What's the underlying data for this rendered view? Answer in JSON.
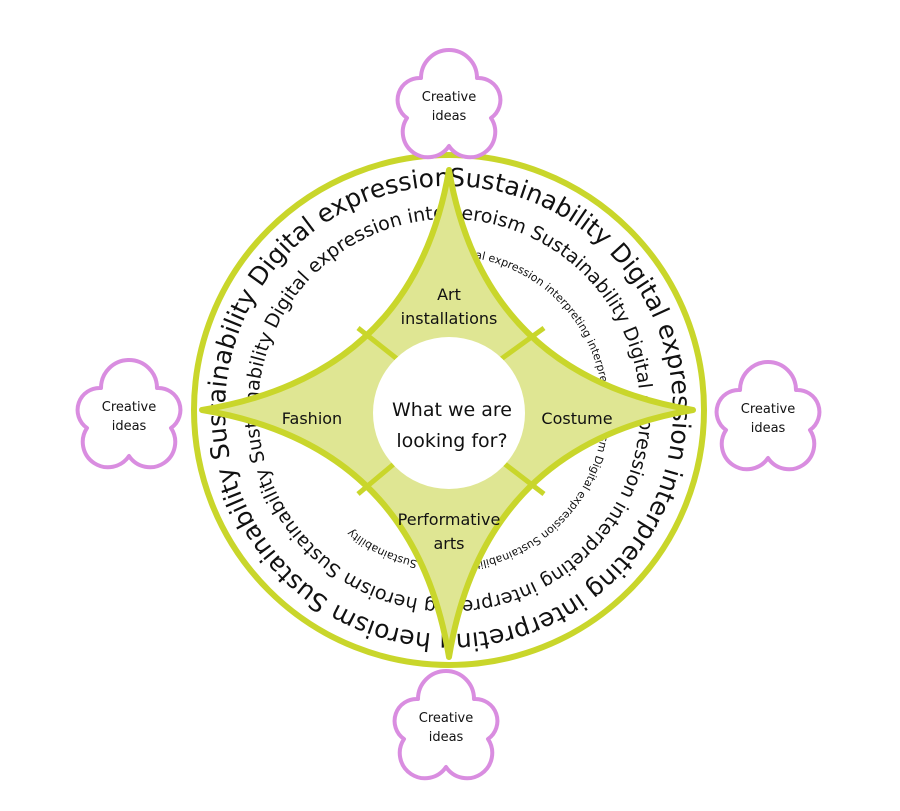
{
  "center": {
    "line1": "What we are",
    "line2": "looking for?"
  },
  "sectors": {
    "top": {
      "line1": "Art",
      "line2": "installations"
    },
    "right": {
      "line1": "Costume"
    },
    "bottom": {
      "line1": "Performative",
      "line2": "arts"
    },
    "left": {
      "line1": "Fashion"
    }
  },
  "clouds": {
    "top": {
      "line1": "Creative",
      "line2": "ideas"
    },
    "right": {
      "line1": "Creative",
      "line2": "ideas"
    },
    "bottom": {
      "line1": "Creative",
      "line2": "ideas"
    },
    "left": {
      "line1": "Creative",
      "line2": "ideas"
    }
  },
  "rings": {
    "outer_text": "Sustainability Digital expression interpreting interpreting heroism Sustainability Sustainability Digital expression Interpreting heroism",
    "middle_text": "heroism Sustainability Digital expression interpreting interpreting heroism Sustainability Sustainability Digital expression interpreting",
    "inner_text": "Digital expression interpreting interpreting heroism Digital expression Sustainability heroism Sustainability"
  },
  "colors": {
    "ring_stroke": "#c9d62b",
    "star_fill": "#dfe693",
    "sector_fill": "#e9ed9f",
    "cloud_stroke": "#d98de0"
  }
}
